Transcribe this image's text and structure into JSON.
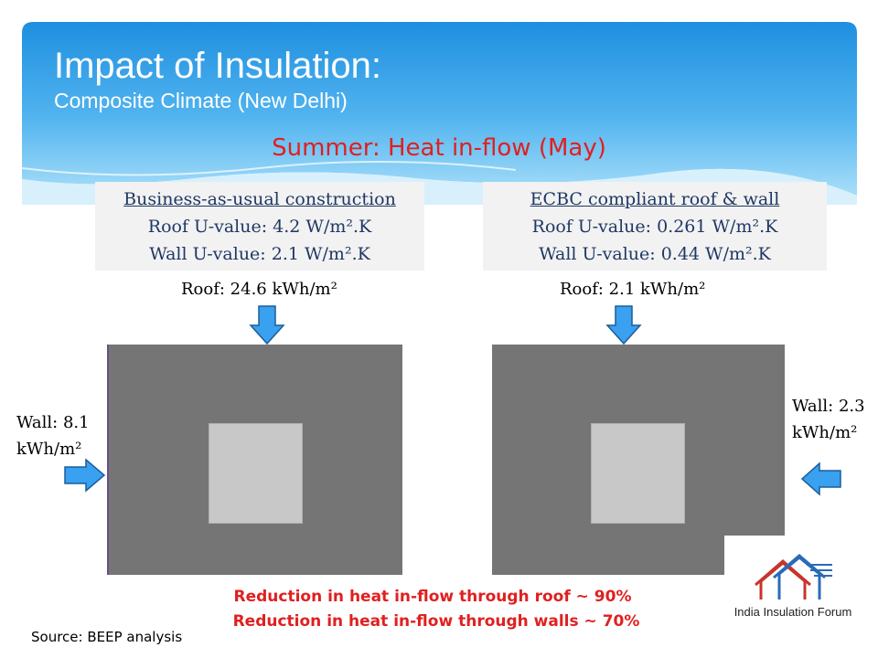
{
  "slide": {
    "title": "Impact of Insulation:",
    "subtitle": "Composite Climate (New Delhi)",
    "season_label": "Summer: Heat in-flow (May)",
    "colors": {
      "header_top": "#1e8fe0",
      "header_bottom": "#8ed3f8",
      "season_red": "#e02020",
      "arrow_fill": "#3aa0f0",
      "building_gray": "#757575"
    }
  },
  "left_case": {
    "heading": "Business-as-usual  construction",
    "roof_u": "Roof U-value: 4.2 W/m².K",
    "wall_u": "Wall U-value: 2.1 W/m².K",
    "roof_flow": "Roof: 24.6 kWh/m²",
    "wall_flow_line1": "Wall: 8.1",
    "wall_flow_line2": "kWh/m²"
  },
  "right_case": {
    "heading": "ECBC compliant  roof & wall",
    "roof_u": "Roof U-value: 0.261 W/m².K",
    "wall_u": "Wall U-value: 0.44 W/m².K",
    "roof_flow": "Roof: 2.1 kWh/m²",
    "wall_flow_line1": "Wall: 2.3",
    "wall_flow_line2": "kWh/m²"
  },
  "reductions": {
    "roof": "Reduction in heat in-flow through roof ~ 90%",
    "walls": "Reduction in heat in-flow through walls ~ 70%"
  },
  "source": "Source: BEEP analysis",
  "logo": {
    "text": "India Insulation Forum",
    "icon": "house-logo-icon"
  }
}
